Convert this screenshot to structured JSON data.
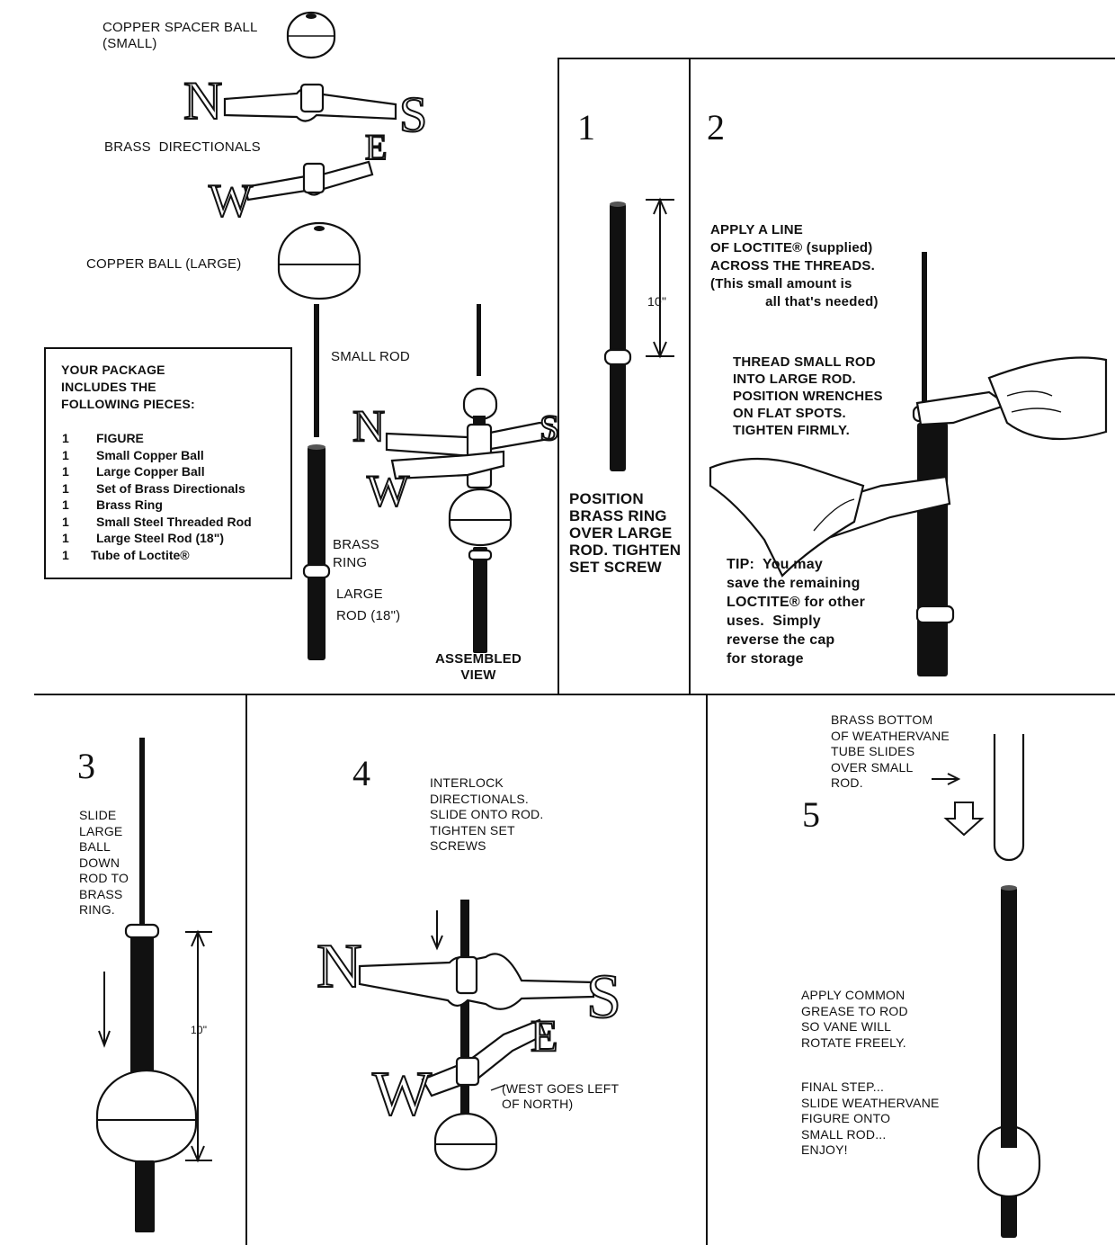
{
  "parts": {
    "spacer_ball": "COPPER SPACER BALL\n(SMALL)",
    "directionals": "BRASS  DIRECTIONALS",
    "large_ball": "COPPER BALL (LARGE)",
    "small_rod": "SMALL ROD",
    "brass_ring": "BRASS\nRING",
    "large_rod": "LARGE\nROD (18\")",
    "assembled": "ASSEMBLED\nVIEW"
  },
  "package": {
    "heading": "YOUR PACKAGE\nINCLUDES THE\nFOLLOWING PIECES:",
    "items": [
      {
        "qty": "1",
        "name": "FIGURE"
      },
      {
        "qty": "1",
        "name": "Small Copper Ball"
      },
      {
        "qty": "1",
        "name": "Large Copper Ball"
      },
      {
        "qty": "1",
        "name": "Set of Brass Directionals"
      },
      {
        "qty": "1",
        "name": "Brass Ring"
      },
      {
        "qty": "1",
        "name": "Small Steel Threaded Rod"
      },
      {
        "qty": "1",
        "name": "Large Steel Rod (18\")"
      },
      {
        "qty": "1",
        "name": "Tube of Loctite®"
      }
    ]
  },
  "compass_letters": {
    "n": "N",
    "s": "S",
    "e": "E",
    "w": "W"
  },
  "step1": {
    "number": "1",
    "dimension": "10\"",
    "text": "POSITION\nBRASS RING\nOVER LARGE\nROD. TIGHTEN\nSET SCREW"
  },
  "step2": {
    "number": "2",
    "loctite": "APPLY A LINE\nOF LOCTITE® (supplied)\nACROSS THE THREADS.\n(This small amount is\n              all that's needed)",
    "thread": "THREAD SMALL ROD\nINTO LARGE ROD.\nPOSITION WRENCHES\nON FLAT SPOTS.\nTIGHTEN FIRMLY.",
    "tip": "TIP:  You may\nsave the remaining\nLOCTITE® for other\nuses.  Simply\nreverse the cap\nfor storage"
  },
  "step3": {
    "number": "3",
    "text": "SLIDE\nLARGE\nBALL\nDOWN\nROD TO\nBRASS\nRING.",
    "dimension": "10\""
  },
  "step4": {
    "number": "4",
    "text": "INTERLOCK\nDIRECTIONALS.\nSLIDE ONTO ROD.\nTIGHTEN SET\nSCREWS",
    "note": "(WEST GOES LEFT\nOF NORTH)"
  },
  "step5": {
    "number": "5",
    "tube": "BRASS BOTTOM\nOF WEATHERVANE\nTUBE SLIDES\nOVER SMALL\nROD.",
    "grease": "APPLY COMMON\nGREASE TO ROD\nSO VANE WILL\nROTATE FREELY.",
    "final": "FINAL STEP...\nSLIDE WEATHERVANE\nFIGURE ONTO\nSMALL ROD...\nENJOY!"
  }
}
